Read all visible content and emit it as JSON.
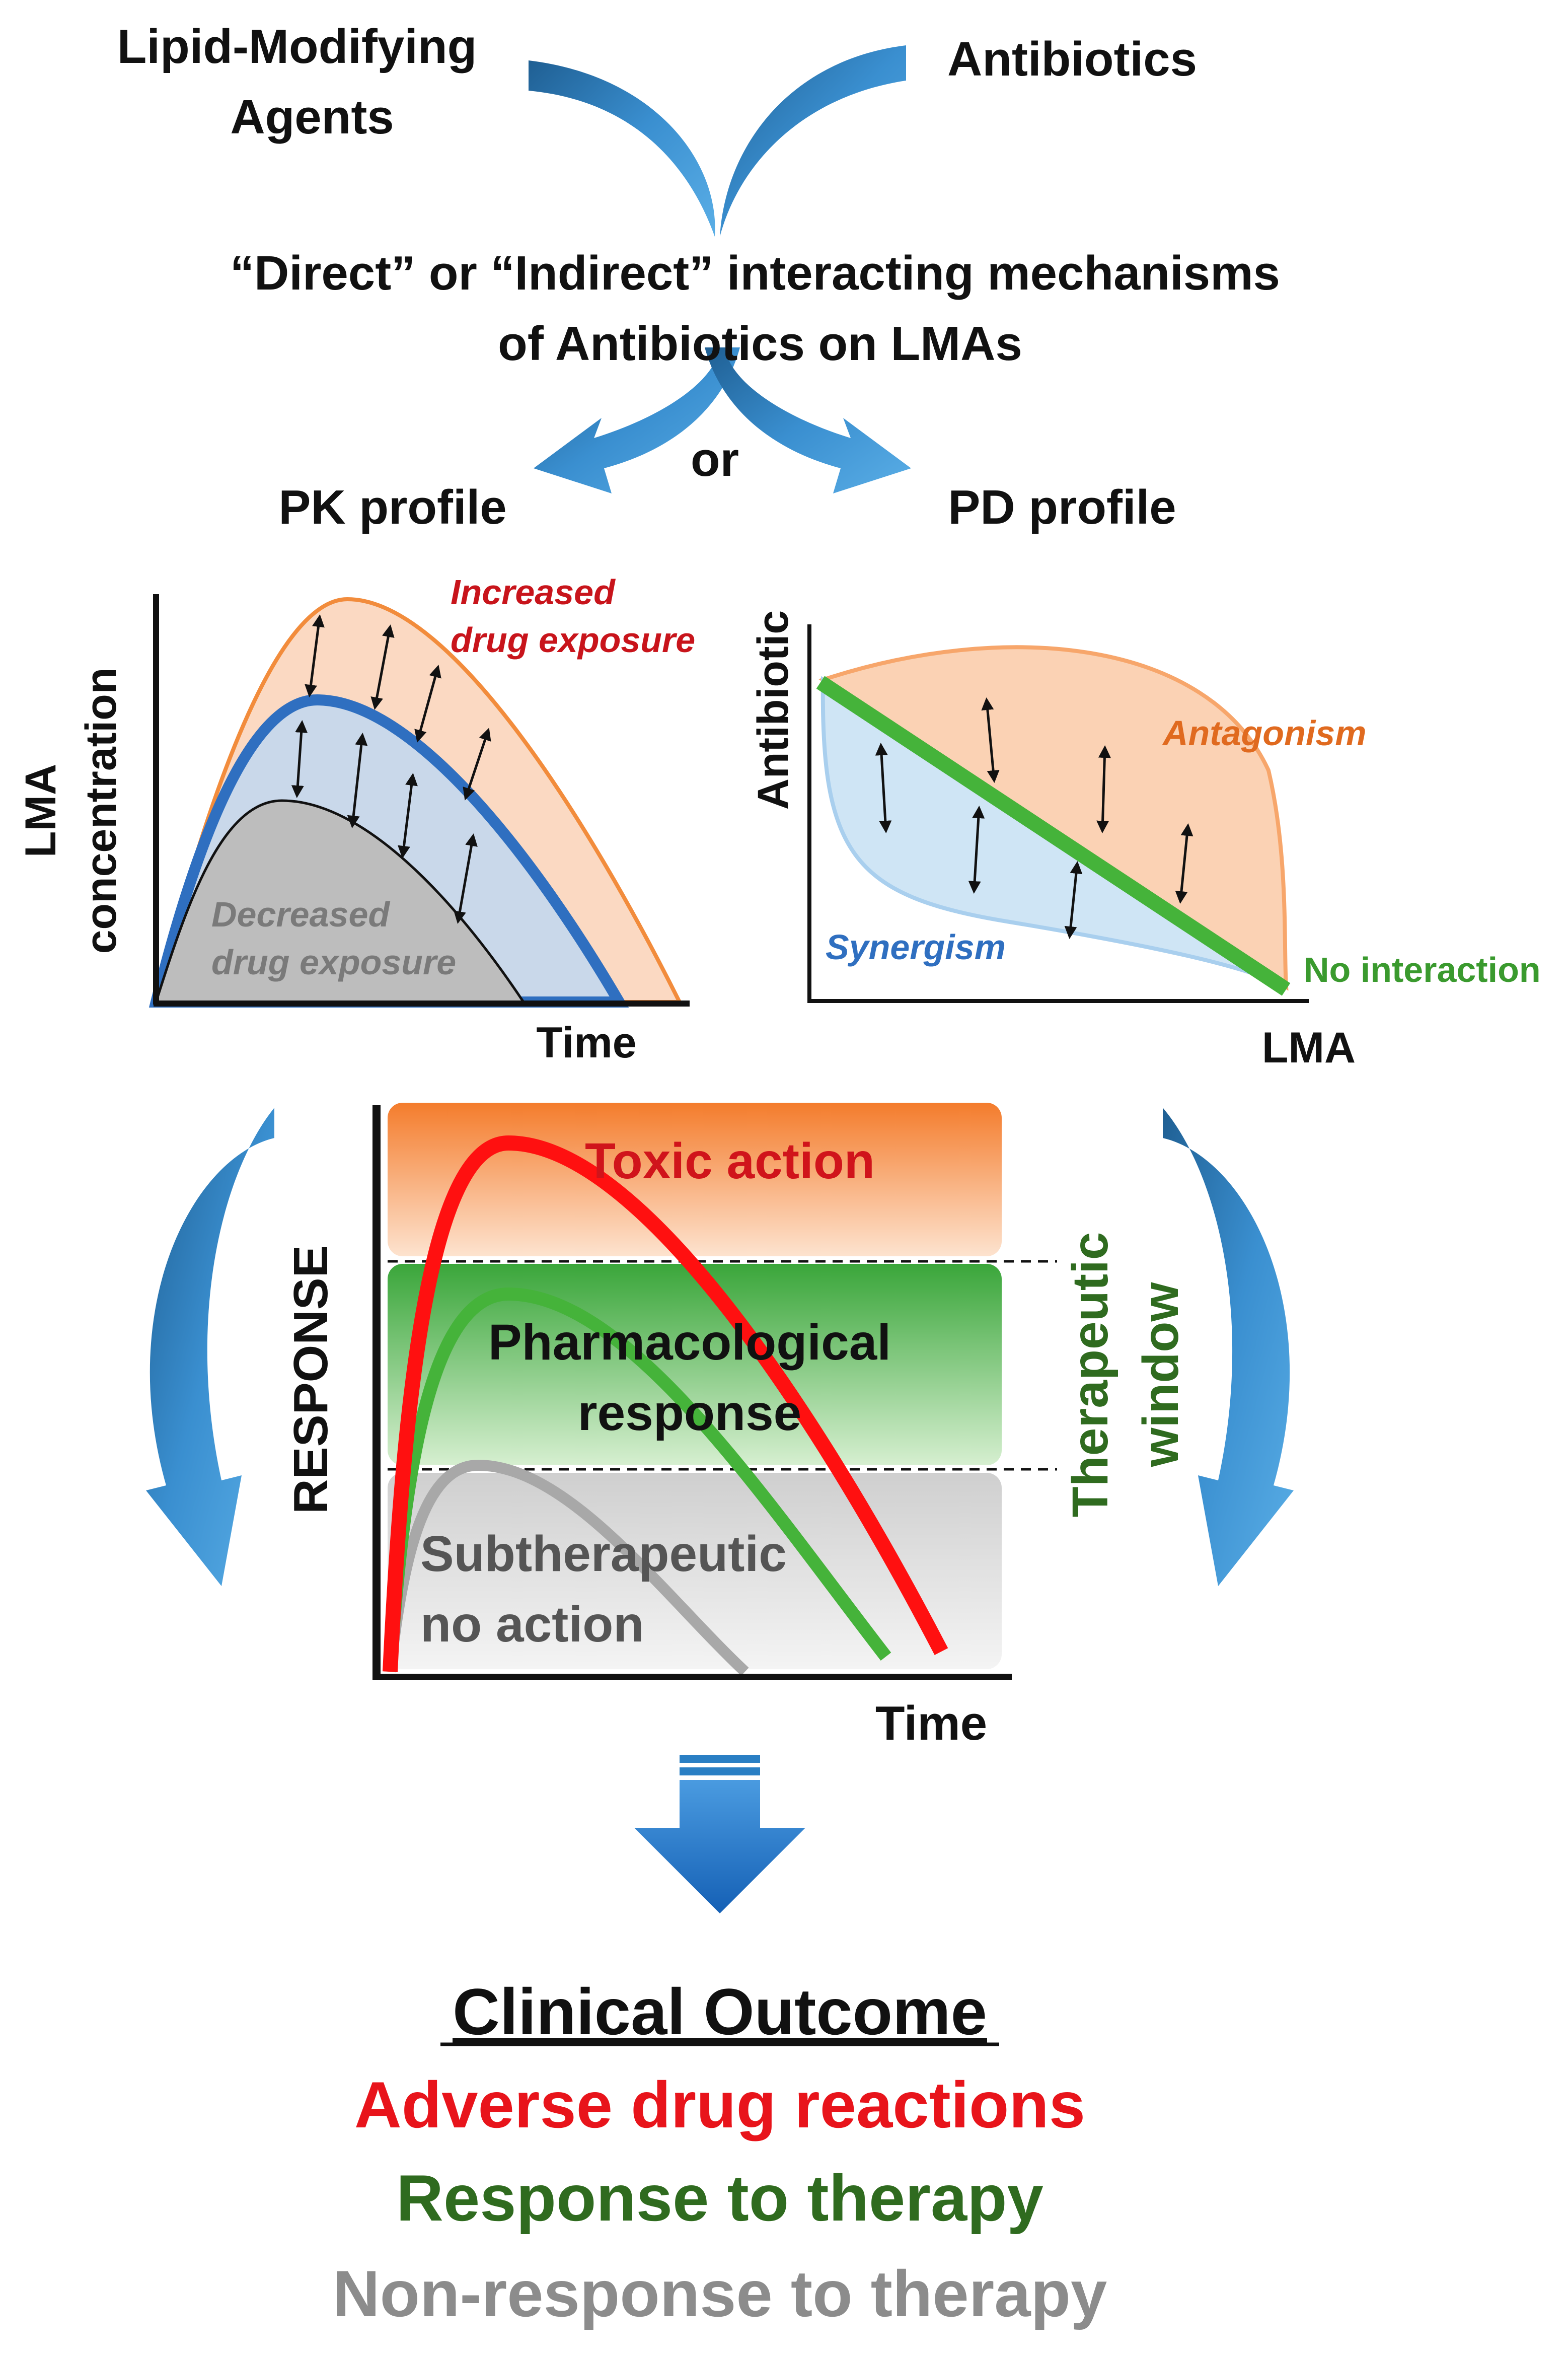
{
  "top": {
    "lipid_line1": "Lipid-Modifying",
    "lipid_line2": "Agents",
    "antibiotics": "Antibiotics",
    "mechanism_line1": "“Direct” or “Indirect” interacting mechanisms",
    "mechanism_line2": "of Antibiotics on LMAs",
    "or": "or",
    "pk_profile": "PK profile",
    "pd_profile": "PD profile"
  },
  "pk_chart": {
    "ylabel_line1": "LMA",
    "ylabel_line2": "concentration",
    "xlabel": "Time",
    "increased_line1": "Increased",
    "increased_line2": "drug exposure",
    "decreased_line1": "Decreased",
    "decreased_line2": "drug exposure"
  },
  "pd_chart": {
    "ylabel": "Antibiotic",
    "xlabel": "LMA",
    "antagonism": "Antagonism",
    "synergism": "Synergism",
    "no_interaction": "No interaction"
  },
  "response_chart": {
    "ylabel": "RESPONSE",
    "xlabel": "Time",
    "toxic": "Toxic action",
    "pharm_line1": "Pharmacological",
    "pharm_line2": "response",
    "sub_line1": "Subtherapeutic",
    "sub_line2": "no action",
    "window_line1": "Therapeutic",
    "window_line2": "window"
  },
  "outcome": {
    "title": "Clinical Outcome",
    "adverse": "Adverse drug reactions",
    "response": "Response to therapy",
    "nonresponse": "Non-response to therapy"
  },
  "colors": {
    "red": "#e8141b",
    "green": "#2f6b1f",
    "gray": "#8c8c8c",
    "blue_arrow": "#2a7fc4",
    "orange": "#f28c3c"
  }
}
